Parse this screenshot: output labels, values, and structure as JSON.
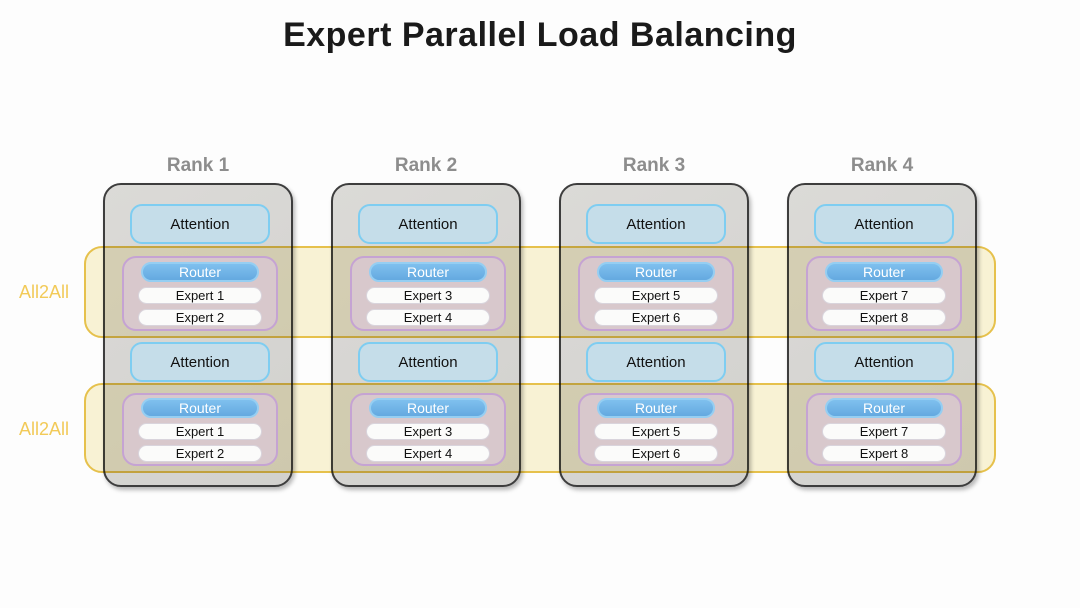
{
  "title": "Expert Parallel Load Balancing",
  "all2all_labels": [
    "All2All",
    "All2All"
  ],
  "ranks": [
    {
      "label": "Rank 1",
      "sections": [
        {
          "attention": "Attention",
          "router": "Router",
          "experts": [
            "Expert 1",
            "Expert 2"
          ]
        },
        {
          "attention": "Attention",
          "router": "Router",
          "experts": [
            "Expert 1",
            "Expert 2"
          ]
        }
      ]
    },
    {
      "label": "Rank 2",
      "sections": [
        {
          "attention": "Attention",
          "router": "Router",
          "experts": [
            "Expert 3",
            "Expert 4"
          ]
        },
        {
          "attention": "Attention",
          "router": "Router",
          "experts": [
            "Expert 3",
            "Expert 4"
          ]
        }
      ]
    },
    {
      "label": "Rank 3",
      "sections": [
        {
          "attention": "Attention",
          "router": "Router",
          "experts": [
            "Expert 5",
            "Expert 6"
          ]
        },
        {
          "attention": "Attention",
          "router": "Router",
          "experts": [
            "Expert 5",
            "Expert 6"
          ]
        }
      ]
    },
    {
      "label": "Rank 4",
      "sections": [
        {
          "attention": "Attention",
          "router": "Router",
          "experts": [
            "Expert 7",
            "Expert 8"
          ]
        },
        {
          "attention": "Attention",
          "router": "Router",
          "experts": [
            "Expert 7",
            "Expert 8"
          ]
        }
      ]
    }
  ],
  "colors": {
    "band_fill": "#faf4d6",
    "band_border": "#e8c34c",
    "all2all_text": "#f2ca58",
    "rank_fill": "#d6d5d2",
    "rank_border": "#3d3d3d",
    "rank_label_text": "#8d8d8d",
    "attention_fill": "#c5dde9",
    "attention_border": "#7ecdf1",
    "router_fill": "#6fb1e6",
    "router_border": "#95cef2",
    "expert_group_fill": "#d8c8cc",
    "expert_group_border": "#c5a3d3",
    "expert_fill": "#fbfbfa",
    "expert_border": "#d9d4dc",
    "title_text": "#1a1a1a"
  }
}
